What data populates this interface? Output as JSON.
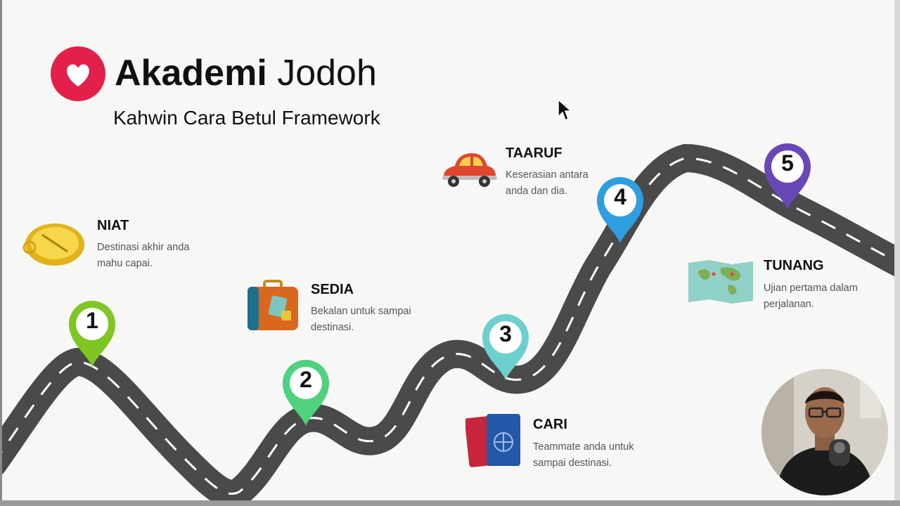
{
  "brand": {
    "name_bold": "Akademi",
    "name_light": "Jodoh",
    "tagline": "Kahwin Cara Betul Framework",
    "accent_color": "#e3204a"
  },
  "steps": [
    {
      "number": "1",
      "title": "NIAT",
      "desc": "Destinasi akhir anda mahu capai.",
      "icon": "compass-icon",
      "pin_color": "#7ec622"
    },
    {
      "number": "2",
      "title": "SEDIA",
      "desc": "Bekalan untuk sampai destinasi.",
      "icon": "suitcase-icon",
      "pin_color": "#4fd17f"
    },
    {
      "number": "3",
      "title": "CARI",
      "desc": "Teammate anda untuk sampai destinasi.",
      "icon": "passport-icon",
      "pin_color": "#6dd0cf"
    },
    {
      "number": "4",
      "title": "TAARUF",
      "desc": "Keserasian antara anda dan dia.",
      "icon": "car-icon",
      "pin_color": "#2f9ee0"
    },
    {
      "number": "5",
      "title": "TUNANG",
      "desc": "Ujian pertama dalam perjalanan.",
      "icon": "map-icon",
      "pin_color": "#6a47b8"
    }
  ]
}
